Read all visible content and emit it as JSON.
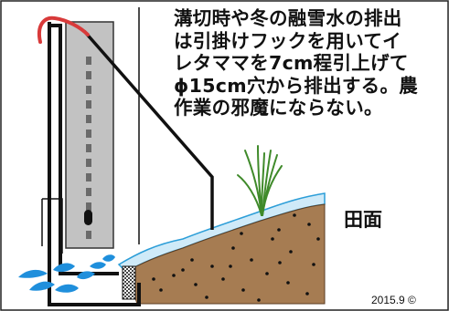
{
  "caption": {
    "lines": [
      "溝切時や冬の融雪水の排出",
      "は引掛けフックを用いてイ",
      "レタママを7cm程引上げて",
      "ϕ15cm穴から排出する。農",
      "作業の邪魔にならない。"
    ]
  },
  "labels": {
    "field": "田面",
    "date": "2015.9 ©"
  },
  "colors": {
    "hook": "#d83a3a",
    "frame_line": "#111111",
    "pipe_body": "#c2c2c2",
    "slot_marks": "#6a6a6a",
    "soil": "#a67c52",
    "soil_dots": "#111111",
    "water_surface": "#cfeaf8",
    "water_edge": "#2c9ed8",
    "water_spray": "#1f8fdc",
    "grass": "#3f8a2a",
    "mesh": "#444444"
  },
  "icons": {
    "hook": "red-hook-icon",
    "grass": "rice-seedling-icon",
    "water": "water-splash-icon",
    "mesh": "mesh-filter-icon"
  }
}
